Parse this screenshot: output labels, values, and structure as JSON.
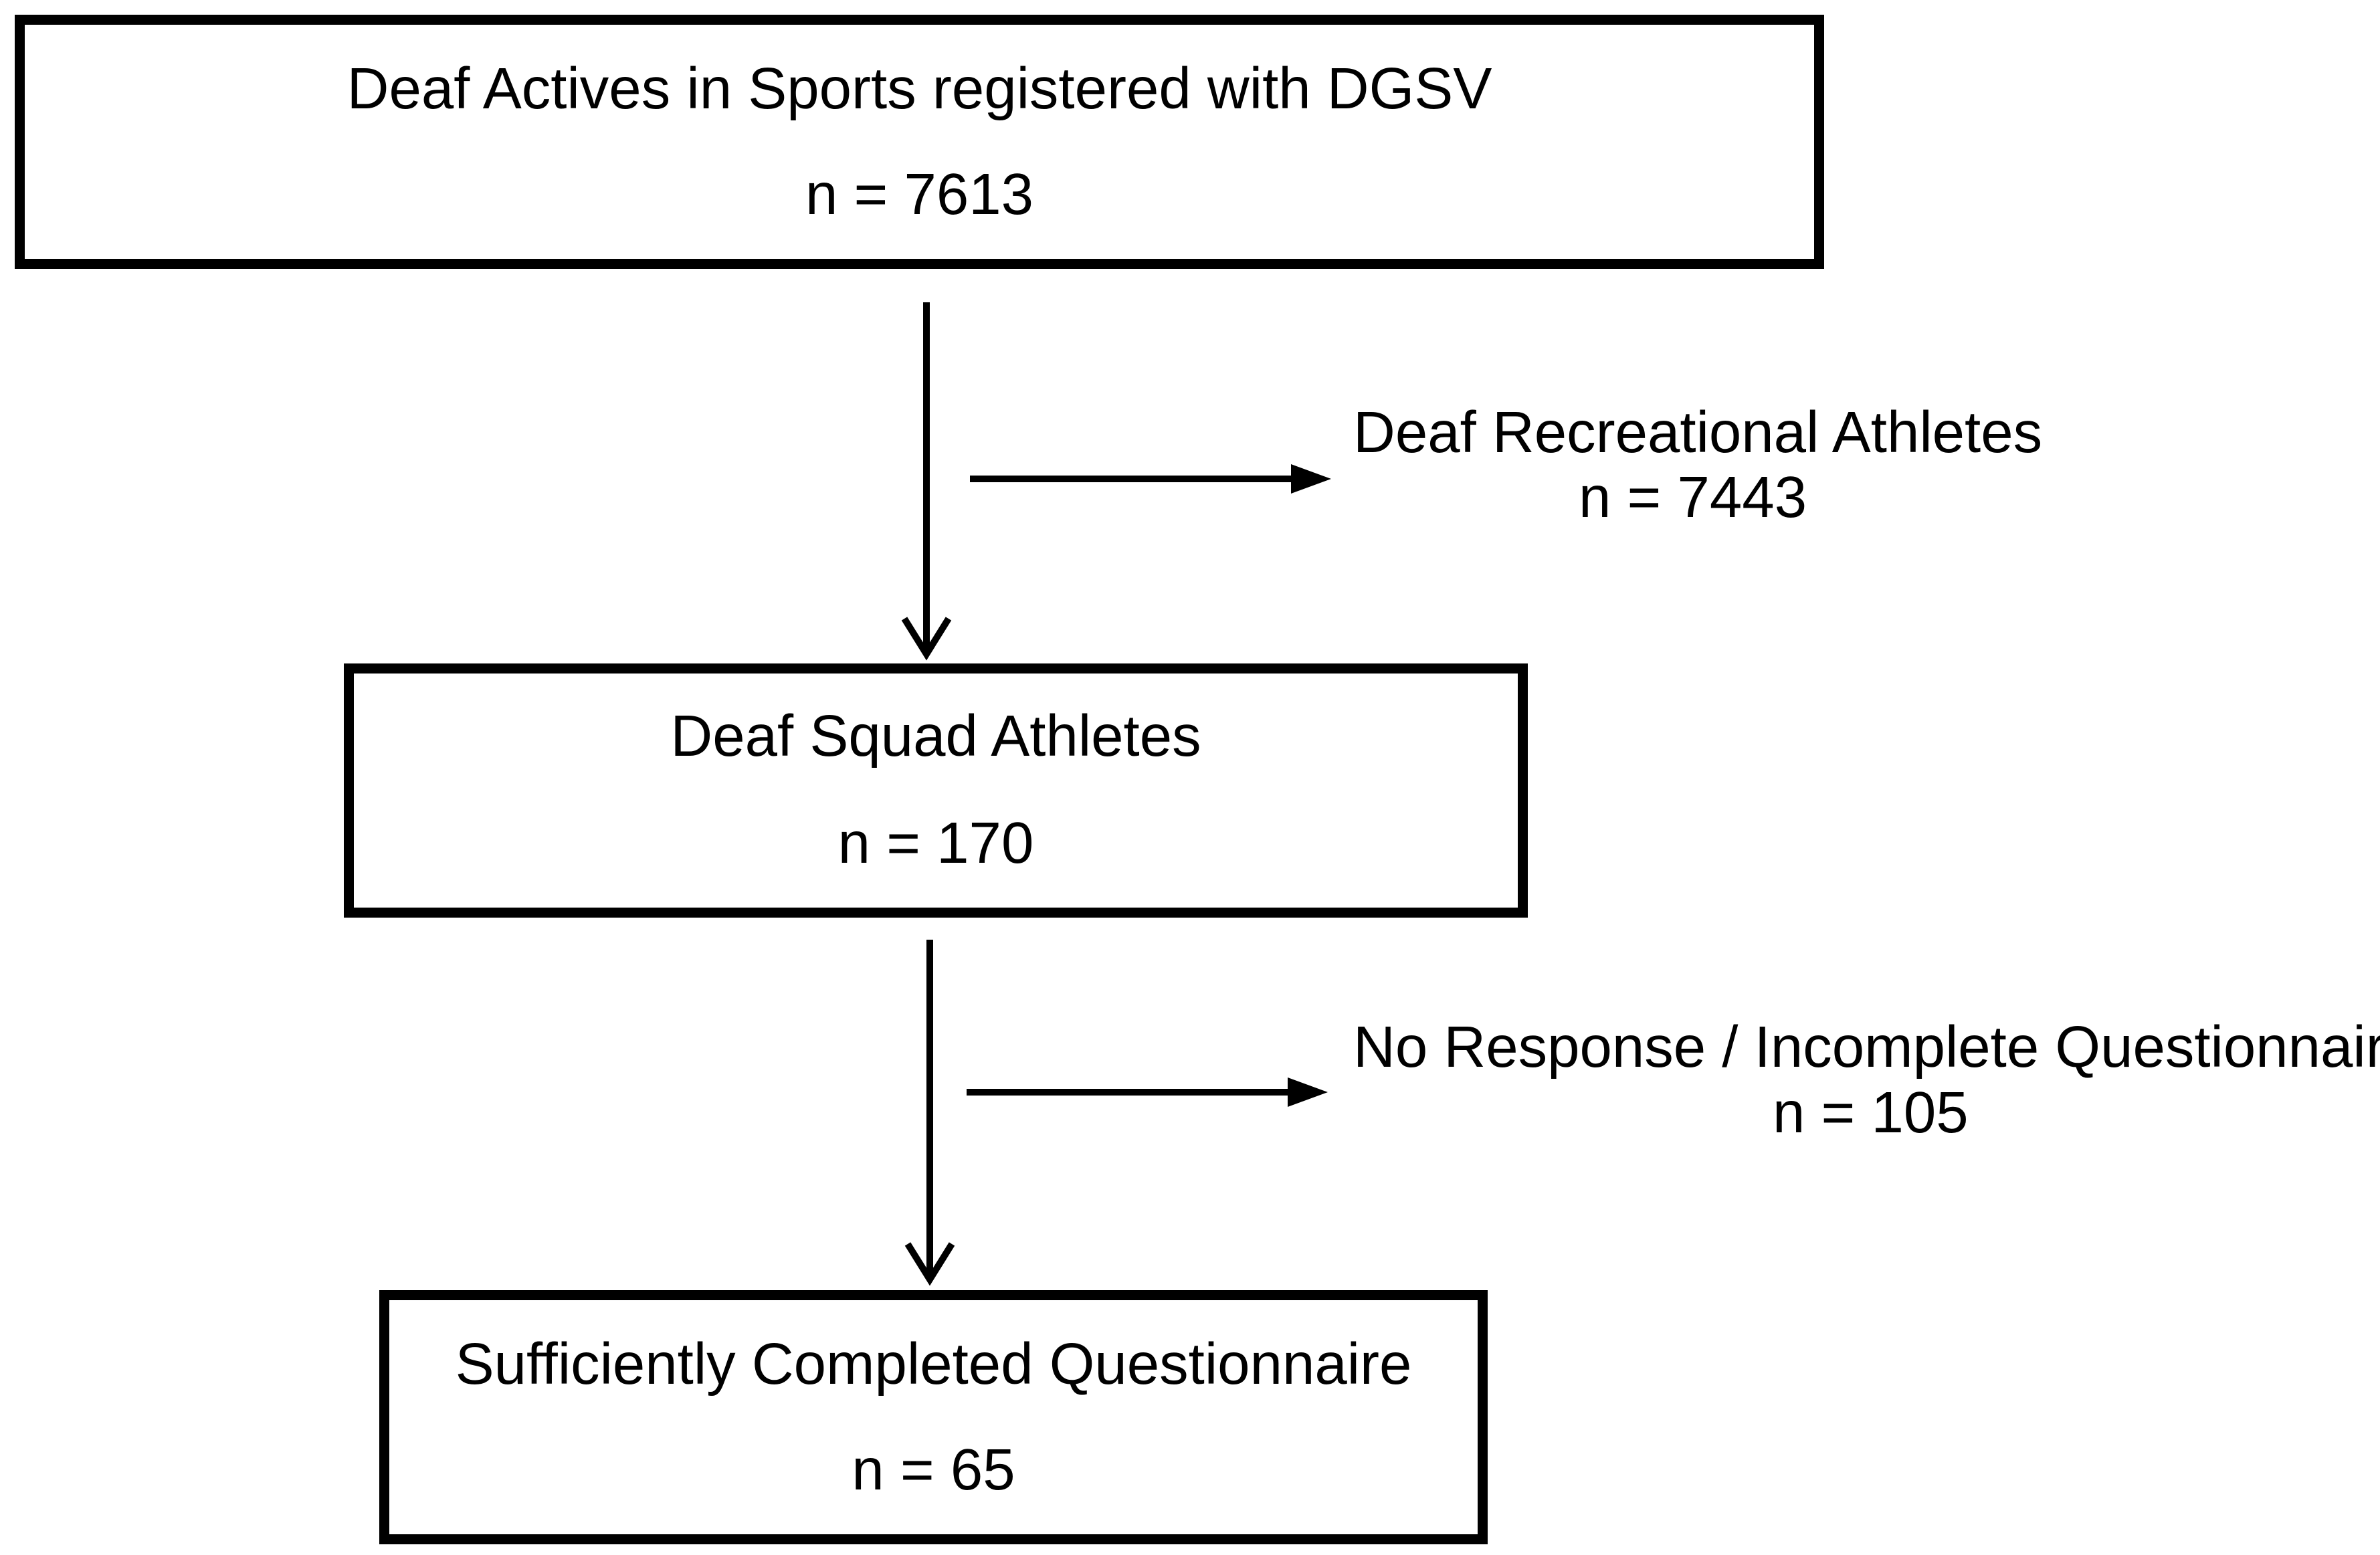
{
  "flow": {
    "box1": {
      "title": "Deaf Actives in Sports registered with DGSV",
      "count": "n = 7613"
    },
    "exclusion1": {
      "title": "Deaf Recreational Athletes",
      "count": "n = 7443"
    },
    "box2": {
      "title": "Deaf Squad Athletes",
      "count": "n = 170"
    },
    "exclusion2": {
      "title": "No Response / Incomplete Questionnaire",
      "count": "n = 105"
    },
    "box3": {
      "title": "Sufficiently Completed Questionnaire",
      "count": "n = 65"
    }
  },
  "colors": {
    "stroke": "#000000",
    "background": "#ffffff"
  }
}
